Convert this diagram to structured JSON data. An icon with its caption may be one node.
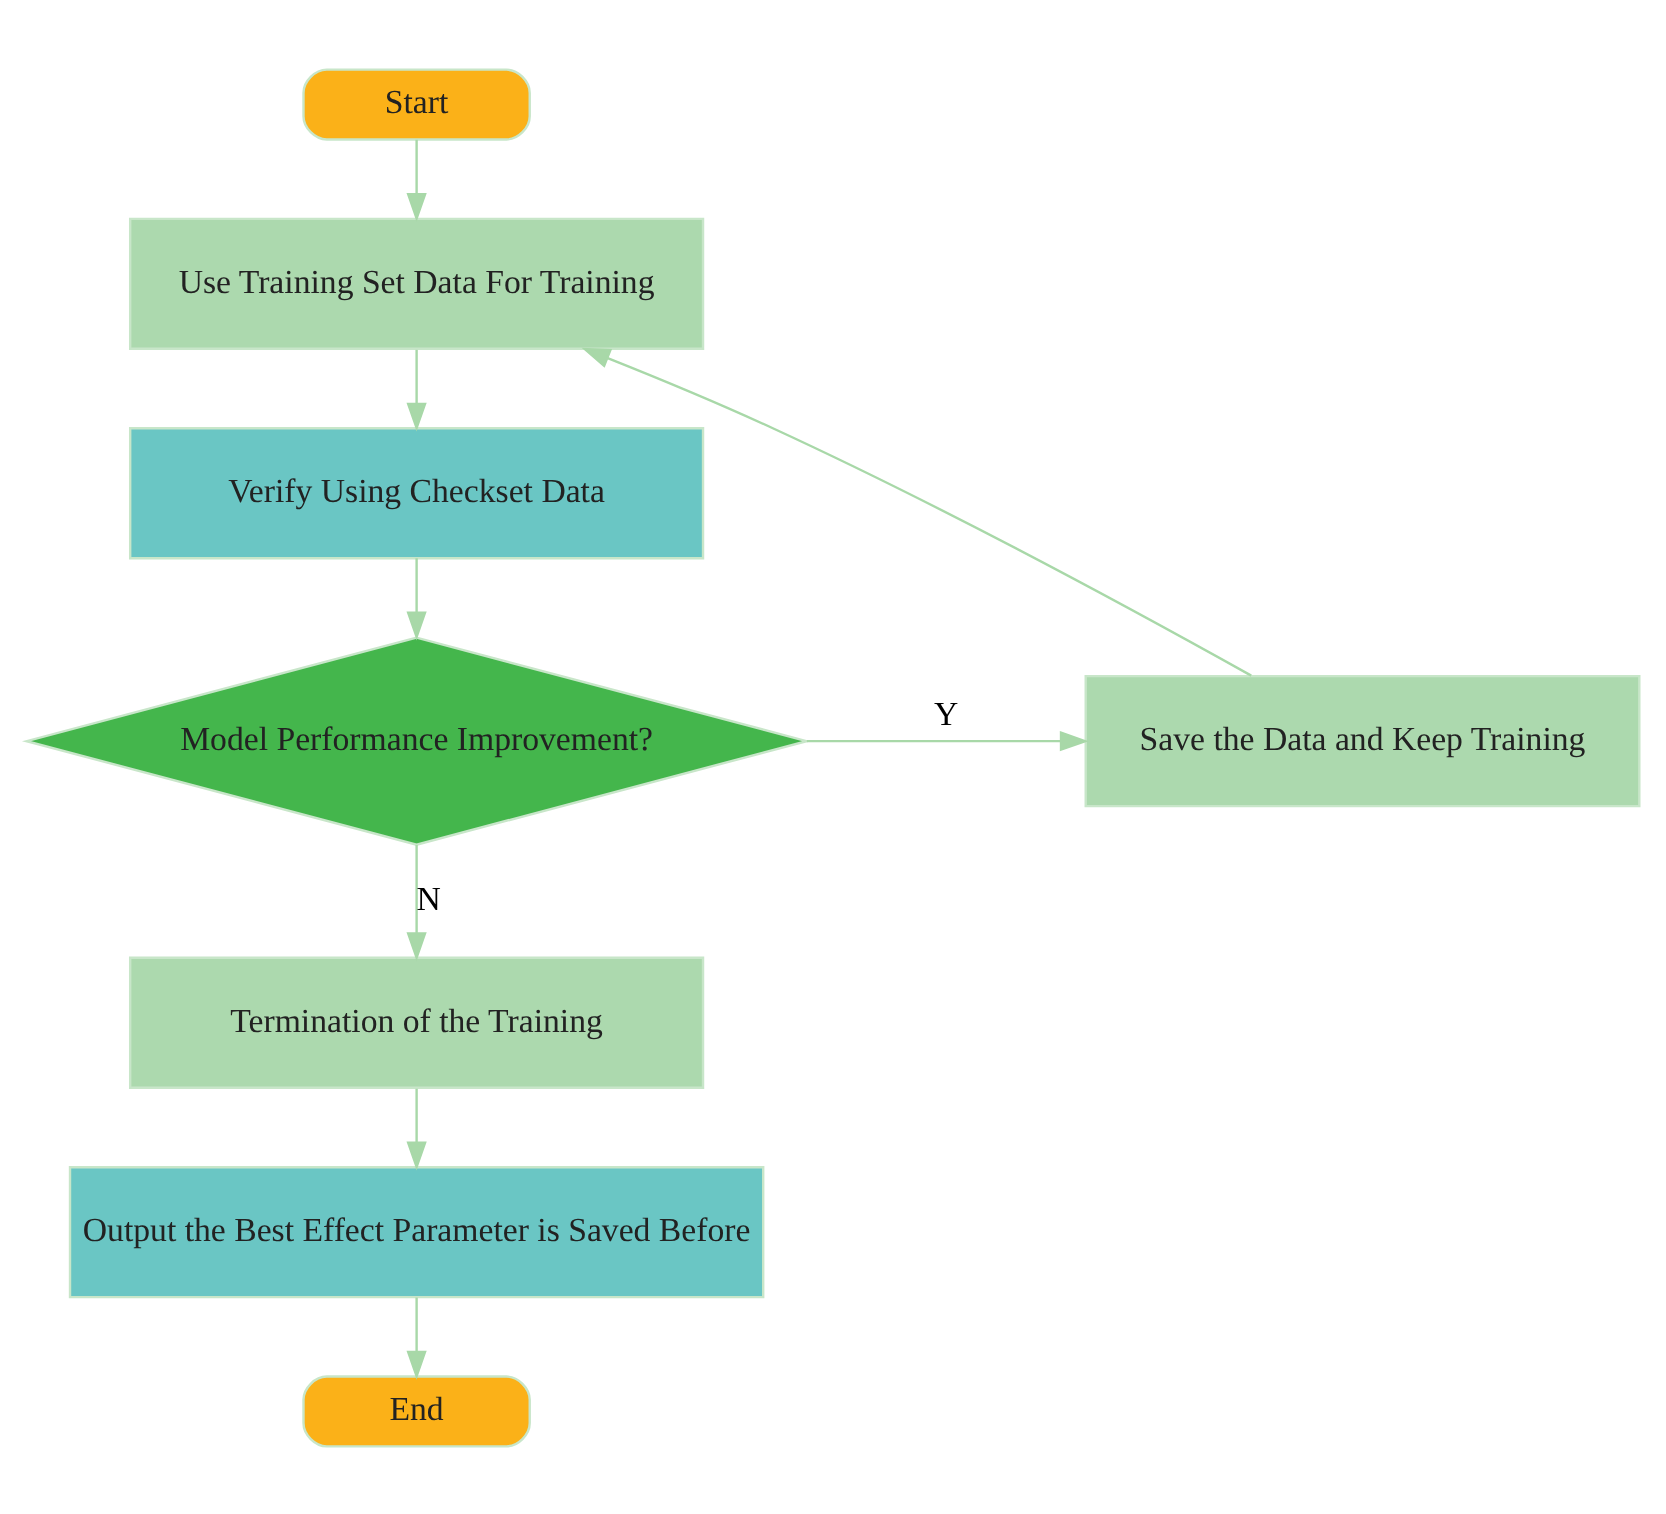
{
  "diagram": {
    "nodes": [
      {
        "text": [
          "Start"
        ]
      },
      {
        "text": [
          "Use Training Set Data For Training"
        ]
      },
      {
        "text": [
          "Verify Using Checkset Data"
        ]
      },
      {
        "text": [
          "Model Performance Improvement?"
        ]
      },
      {
        "text": [
          "Save the Data and Keep Training"
        ]
      },
      {
        "text": [
          "Termination of the Training"
        ]
      },
      {
        "text": [
          "Output the Best Effect Parameter is Saved Before"
        ]
      },
      {
        "text": [
          "End"
        ]
      }
    ],
    "edges": [
      {
        "from": 0,
        "to": 1,
        "arrow": "to"
      },
      {
        "from": 1,
        "to": 2,
        "arrow": "to"
      },
      {
        "from": 2,
        "to": 3,
        "arrow": "to"
      },
      {
        "from": 3,
        "to": 4,
        "arrow": "to",
        "label": "Y"
      },
      {
        "from": 4,
        "to": 1,
        "arrow": "to"
      },
      {
        "from": 3,
        "to": 5,
        "arrow": "to",
        "label": "N"
      },
      {
        "from": 5,
        "to": 6,
        "arrow": "to"
      },
      {
        "from": 6,
        "to": 7,
        "arrow": "to"
      }
    ]
  }
}
